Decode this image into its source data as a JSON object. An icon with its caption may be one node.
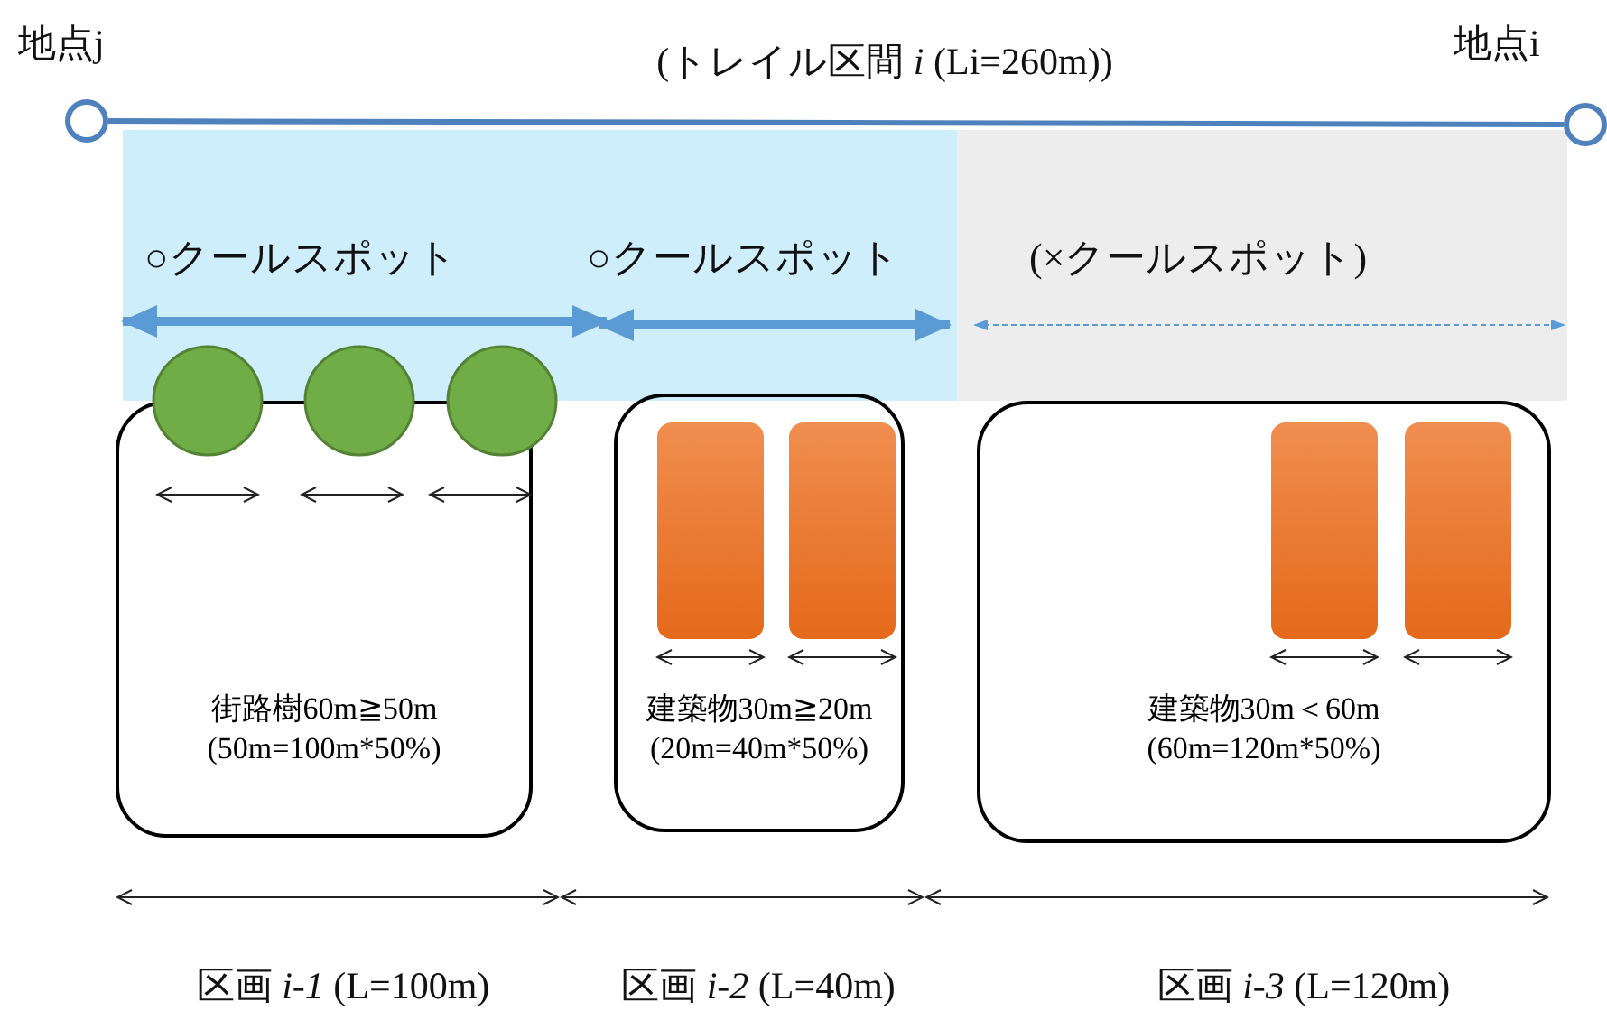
{
  "diagram": {
    "nodes": [
      {
        "text": [],
        "shape": "circle",
        "beside": [
          "地点j"
        ]
      },
      {
        "text": [],
        "shape": "circle",
        "beside": [
          "地点i"
        ]
      },
      {
        "text": [
          "街路樹60m≧50m",
          "(50m=100m*50%)"
        ]
      },
      {
        "text": [
          "建築物30m≧20m",
          "(20m=40m*50%)"
        ]
      },
      {
        "text": [
          "建築物30m＜60m",
          "(60m=120m*50%)"
        ]
      }
    ],
    "edges": [
      {
        "from": 0,
        "to": 1,
        "arrow": "none",
        "label": "(トレイル区間 *i* (Li=260m))"
      }
    ],
    "labels": [
      "○クールスポット",
      "○クールスポット",
      "(×クールスポット)",
      "区画 *i-1* (L=100m)",
      "区画 *i-2* (L=40m)",
      "区画 *i-3* (L=120m)"
    ]
  }
}
